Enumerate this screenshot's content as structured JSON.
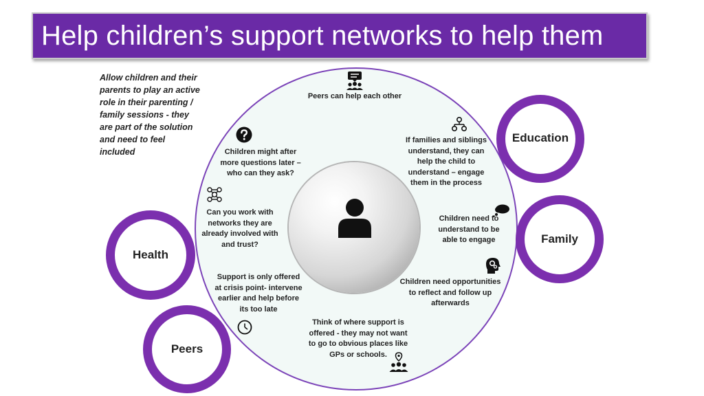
{
  "title": "Help children’s support networks to help them",
  "intro": "Allow children and their parents to play an active role in their parenting / family sessions - they are part of the solution and need to feel included",
  "rings": {
    "education": "Education",
    "family": "Family",
    "health": "Health",
    "peers": "Peers"
  },
  "notes": {
    "peers_help": "Peers can help each other",
    "families_siblings": "If families and siblings understand, they can help the child to understand – engage them in the process",
    "questions": "Children might after more questions later – who can they ask?",
    "networks": "Can you work with networks they are already involved with and trust?",
    "understand": "Children need to understand to be able to engage",
    "crisis": "Support is only offered at crisis point- intervene earlier and help before its too late",
    "reflect": "Children need opportunities to reflect and follow up afterwards",
    "where": "Think of where support is offered - they may not want to go to obvious places like GPs or schools."
  },
  "colors": {
    "accent": "#6a2aa6",
    "ring": "#7b2fae",
    "circle_fill": "#f2f9f7"
  }
}
